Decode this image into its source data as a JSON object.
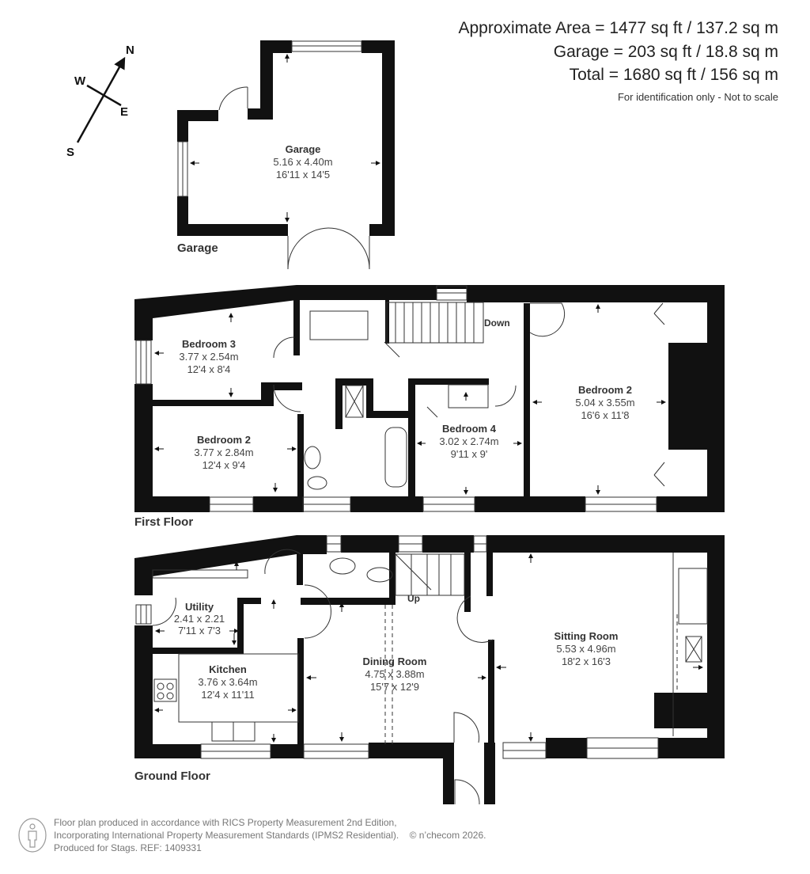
{
  "summary": {
    "approximate_area": "Approximate Area = 1477 sq ft / 137.2 sq m",
    "garage": "Garage = 203 sq ft / 18.8 sq m",
    "total": "Total = 1680 sq ft / 156 sq m",
    "disclaimer": "For identification only - Not to scale"
  },
  "compass": {
    "n": "N",
    "s": "S",
    "e": "E",
    "w": "W",
    "icon": "compass-icon"
  },
  "floors": {
    "garage": {
      "label": "Garage",
      "rooms": [
        {
          "name": "Garage",
          "metric": "5.16 x 4.40m",
          "imperial": "16'11 x 14'5"
        }
      ]
    },
    "first_floor": {
      "label": "First Floor",
      "stairs_label": "Down",
      "rooms": [
        {
          "name": "Bedroom 3",
          "metric": "3.77 x 2.54m",
          "imperial": "12'4 x 8'4"
        },
        {
          "name": "Bedroom 2",
          "metric": "3.77 x 2.84m",
          "imperial": "12'4 x 9'4"
        },
        {
          "name": "Bedroom 4",
          "metric": "3.02 x 2.74m",
          "imperial": "9'11 x 9'"
        },
        {
          "name": "Bedroom 2",
          "metric": "5.04 x 3.55m",
          "imperial": "16'6 x 11'8"
        }
      ]
    },
    "ground_floor": {
      "label": "Ground Floor",
      "stairs_label": "Up",
      "rooms": [
        {
          "name": "Utility",
          "metric": "2.41 x 2.21",
          "imperial": "7'11 x 7'3"
        },
        {
          "name": "Kitchen",
          "metric": "3.76 x 3.64m",
          "imperial": "12'4 x 11'11"
        },
        {
          "name": "Dining Room",
          "metric": "4.75 x 3.88m",
          "imperial": "15'7 x 12'9"
        },
        {
          "name": "Sitting Room",
          "metric": "5.53 x 4.96m",
          "imperial": "18'2 x 16'3"
        }
      ]
    }
  },
  "footer": {
    "line1": "Floor plan produced in accordance with RICS Property Measurement 2nd Edition,",
    "line2": "Incorporating International Property Measurement Standards (IPMS2 Residential).",
    "copyright": "© n’checom 2026.",
    "line3": "Produced for Stags.   REF: 1409331",
    "icon": "person-icon"
  },
  "colors": {
    "wall": "#111111",
    "text": "#333333",
    "footer_text": "#777777",
    "background": "#ffffff"
  }
}
